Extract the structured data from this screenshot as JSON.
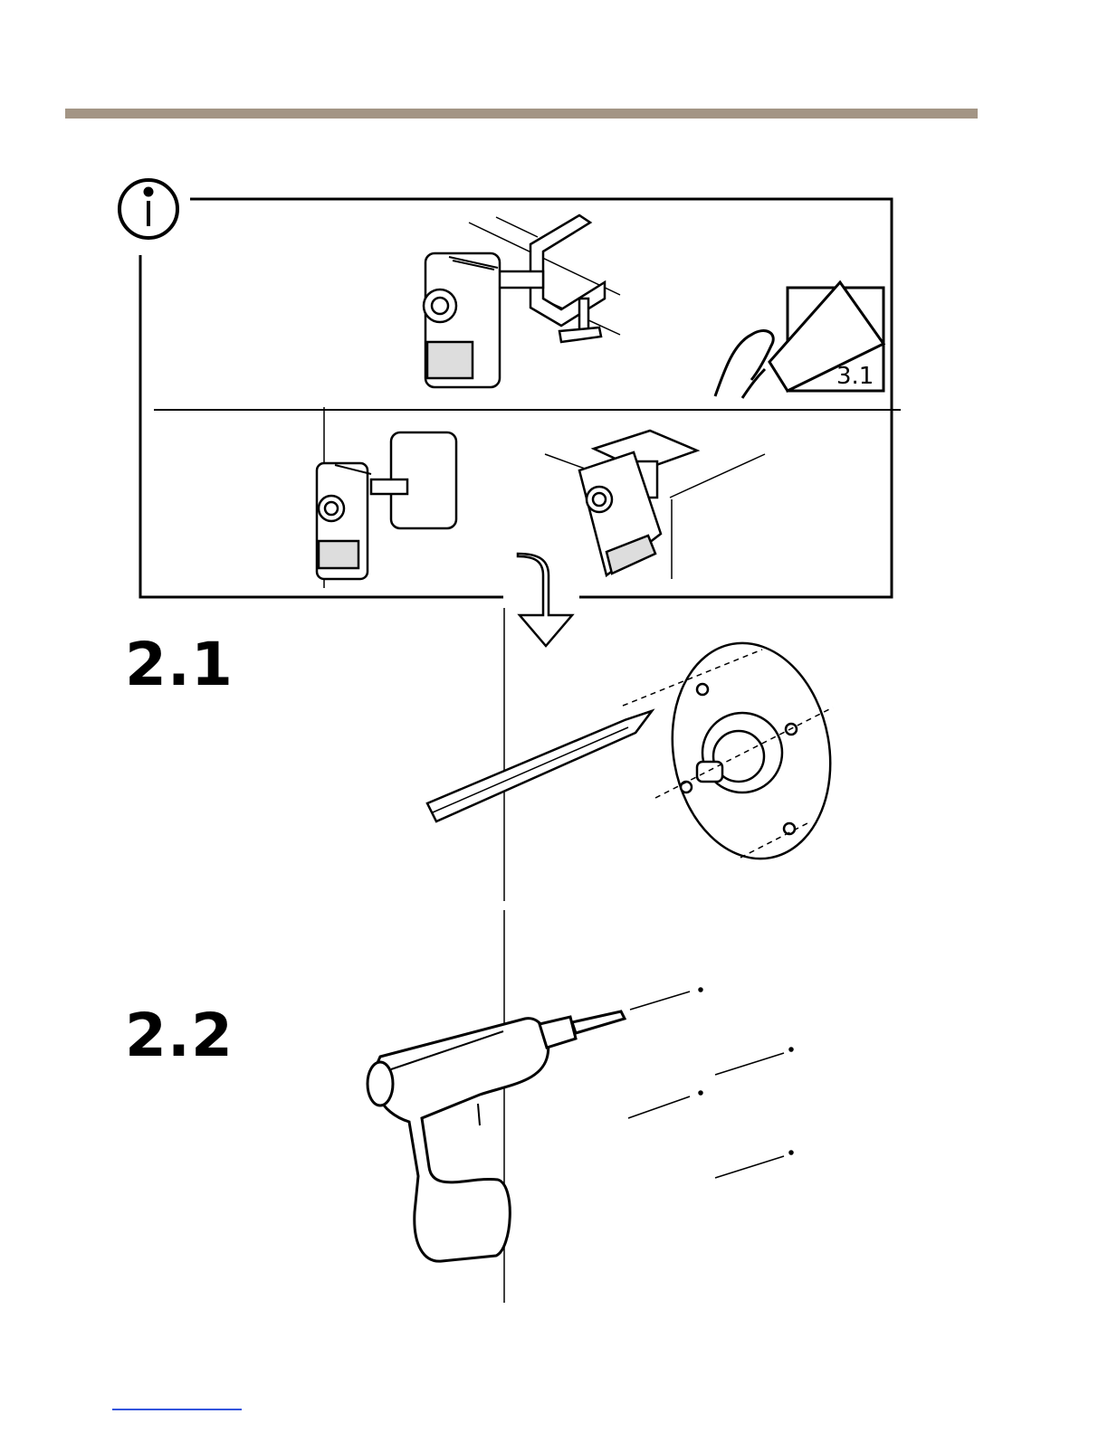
{
  "steps": {
    "step_1": "2.1",
    "step_2": "2.2"
  },
  "info_box": {
    "reference_label": "3.1",
    "icon": "info-icon"
  },
  "colors": {
    "header_rule": "#a39585",
    "footer_link": "#3355dd"
  }
}
